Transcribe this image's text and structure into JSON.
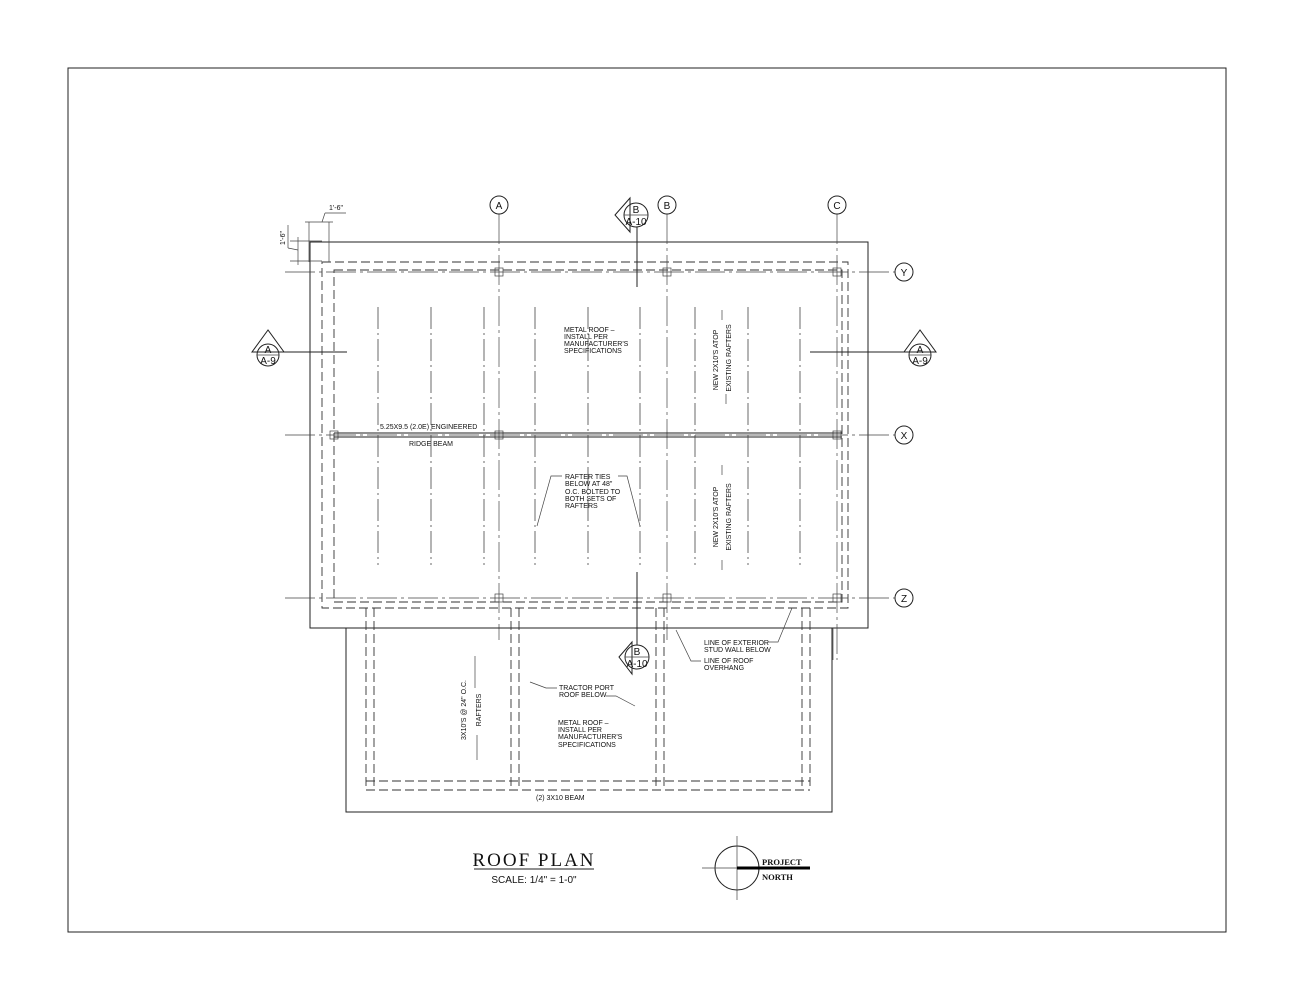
{
  "sheet": {
    "title": "ROOF PLAN",
    "scale": "SCALE: 1/4\" = 1-0\"",
    "north": [
      "PROJECT",
      "NORTH"
    ]
  },
  "grid": {
    "columns": [
      "A",
      "B",
      "C"
    ],
    "rows": [
      "Y",
      "X",
      "Z"
    ]
  },
  "sections": {
    "a_letter": "A",
    "a_sheet": "A-9",
    "b_letter": "B",
    "b_sheet": "A-10"
  },
  "dimensions": {
    "overhang_h": "1'-6\"",
    "overhang_v": "1'-6\""
  },
  "notes": {
    "metal_roof_main": [
      "METAL ROOF –",
      "INSTALL PER",
      "MANUFACTURER'S",
      "SPECIFICATIONS"
    ],
    "ridge_beam": [
      "5.25X9.5 (2.0E) ENGINEERED",
      "RIDGE BEAM"
    ],
    "new_rafters": [
      "NEW 2X10'S ATOP",
      "EXISTING RAFTERS"
    ],
    "rafter_ties": [
      "RAFTER TIES",
      "BELOW AT 48\"",
      "O.C. BOLTED TO",
      "BOTH SETS OF",
      "RAFTERS"
    ],
    "ext_wall": [
      "LINE OF EXTERIOR",
      "STUD WALL BELOW"
    ],
    "overhang": [
      "LINE OF ROOF",
      "OVERHANG"
    ],
    "tractor_port": [
      "TRACTOR PORT",
      "ROOF BELOW"
    ],
    "metal_roof_port": [
      "METAL ROOF –",
      "INSTALL PER",
      "MANUFACTURER'S",
      "SPECIFICATIONS"
    ],
    "port_rafters": [
      "3X10'S @ 24\" O.C.",
      "RAFTERS"
    ],
    "beam": "(2) 3X10 BEAM"
  }
}
